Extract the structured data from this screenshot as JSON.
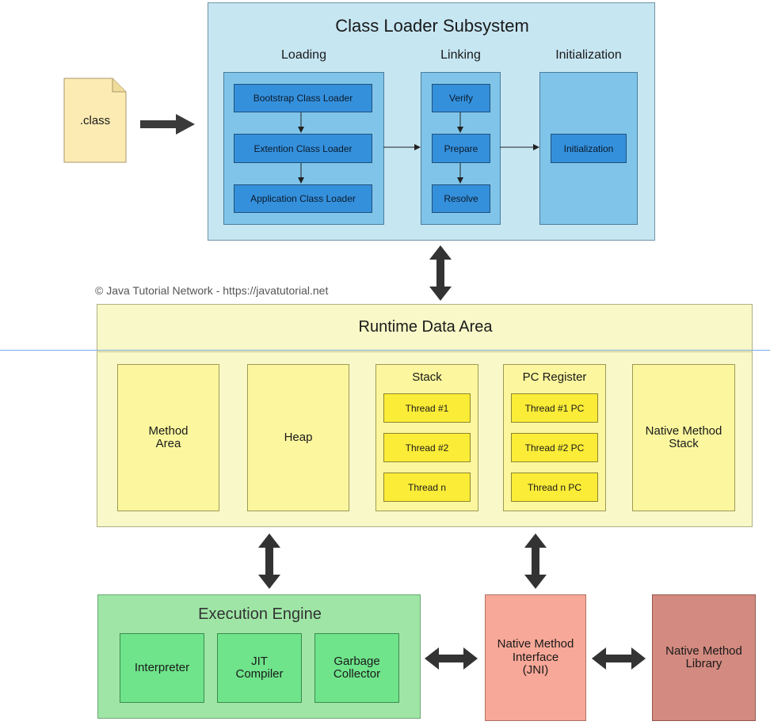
{
  "class_file": {
    "label": ".class"
  },
  "class_loader": {
    "title": "Class Loader Subsystem",
    "loading": {
      "title": "Loading",
      "items": [
        "Bootstrap Class Loader",
        "Extention Class Loader",
        "Application Class Loader"
      ]
    },
    "linking": {
      "title": "Linking",
      "items": [
        "Verify",
        "Prepare",
        "Resolve"
      ]
    },
    "initialization": {
      "title": "Initialization",
      "items": [
        "Initialization"
      ]
    }
  },
  "copyright": "© Java Tutorial Network - https://javatutorial.net",
  "runtime": {
    "title": "Runtime Data Area",
    "method_area": "Method\nArea",
    "heap": "Heap",
    "stack": {
      "title": "Stack",
      "items": [
        "Thread #1",
        "Thread #2",
        "Thread n"
      ]
    },
    "pc_register": {
      "title": "PC Register",
      "items": [
        "Thread #1 PC",
        "Thread #2 PC",
        "Thread n PC"
      ]
    },
    "native_stack": "Native Method\nStack"
  },
  "execution_engine": {
    "title": "Execution Engine",
    "items": [
      "Interpreter",
      "JIT\nCompiler",
      "Garbage\nCollector"
    ]
  },
  "jni": "Native Method\nInterface\n(JNI)",
  "native_library": "Native Method\nLibrary",
  "colors": {
    "class_loader_bg": "#c6e6f2",
    "blue_button": "#3590dc",
    "runtime_bg": "#f8f8c8",
    "yellow_button": "#fbec38",
    "engine_bg": "#9fe6a6",
    "jni_bg": "#f8a898",
    "library_bg": "#d38a80",
    "arrow": "#333333"
  }
}
